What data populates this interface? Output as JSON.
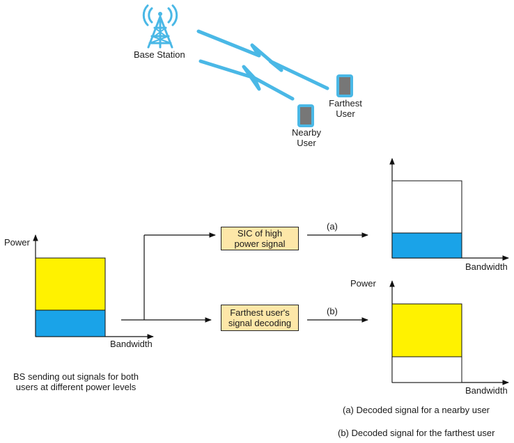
{
  "network": {
    "base_station_label": "Base Station",
    "farthest_user_label": [
      "Farthest",
      "User"
    ],
    "nearby_user_label": [
      "Nearby",
      "User"
    ]
  },
  "left_chart": {
    "y_label": "Power",
    "x_label": "Bandwidth",
    "caption": [
      "BS sending out signals for both",
      "users at different power levels"
    ]
  },
  "process_boxes": {
    "top": [
      "SIC of high",
      "power signal"
    ],
    "bottom": [
      "Farthest user's",
      "signal decoding"
    ]
  },
  "branch_labels": {
    "a": "(a)",
    "b": "(b)"
  },
  "right_top_chart": {
    "x_label": "Bandwidth"
  },
  "right_bottom_chart": {
    "y_label": "Power",
    "x_label": "Bandwidth"
  },
  "legend": {
    "a": "(a) Decoded signal for a nearby user",
    "b": "(b) Decoded signal for the farthest user"
  },
  "colors": {
    "high_power": "#fff200",
    "low_power": "#1aa3e8",
    "signal": "#4ab8e6",
    "tower": "#4ab8e6",
    "box_fill": "#fde7a8"
  }
}
